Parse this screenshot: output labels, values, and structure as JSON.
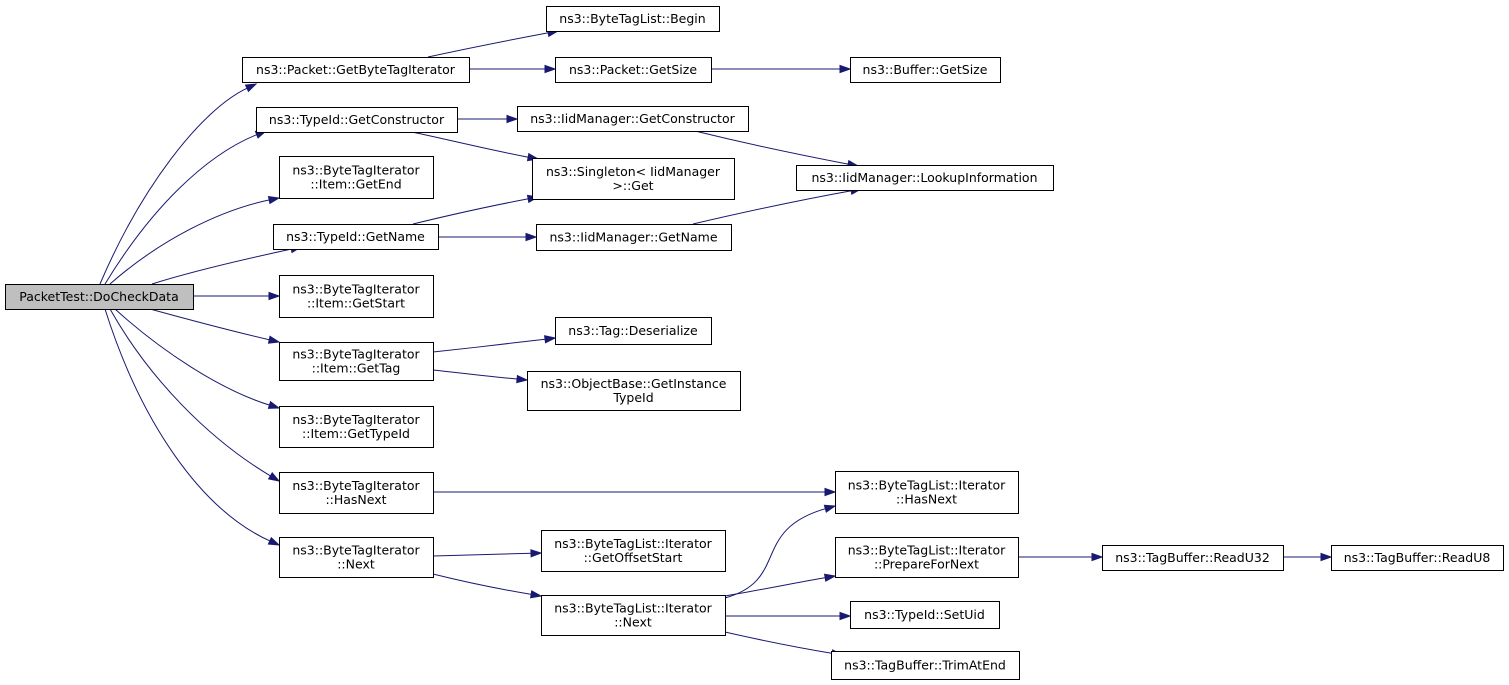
{
  "graph": {
    "colors": {
      "edge": "#191970",
      "root_fill": "#bfbfbf",
      "node_fill": "#ffffff",
      "border": "#000000"
    },
    "nodes": [
      {
        "id": "do_check_data",
        "lines": [
          "PacketTest::DoCheckData"
        ],
        "root": true
      },
      {
        "id": "packet_get_byte_tag_iterator",
        "lines": [
          "ns3::Packet::GetByteTagIterator"
        ]
      },
      {
        "id": "typeid_get_constructor",
        "lines": [
          "ns3::TypeId::GetConstructor"
        ]
      },
      {
        "id": "item_get_end",
        "lines": [
          "ns3::ByteTagIterator",
          "::Item::GetEnd"
        ]
      },
      {
        "id": "typeid_get_name",
        "lines": [
          "ns3::TypeId::GetName"
        ]
      },
      {
        "id": "item_get_start",
        "lines": [
          "ns3::ByteTagIterator",
          "::Item::GetStart"
        ]
      },
      {
        "id": "item_get_tag",
        "lines": [
          "ns3::ByteTagIterator",
          "::Item::GetTag"
        ]
      },
      {
        "id": "item_get_typeid",
        "lines": [
          "ns3::ByteTagIterator",
          "::Item::GetTypeId"
        ]
      },
      {
        "id": "bti_has_next",
        "lines": [
          "ns3::ByteTagIterator",
          "::HasNext"
        ]
      },
      {
        "id": "bti_next",
        "lines": [
          "ns3::ByteTagIterator",
          "::Next"
        ]
      },
      {
        "id": "btl_begin",
        "lines": [
          "ns3::ByteTagList::Begin"
        ]
      },
      {
        "id": "packet_get_size",
        "lines": [
          "ns3::Packet::GetSize"
        ]
      },
      {
        "id": "iidm_get_constructor",
        "lines": [
          "ns3::IidManager::GetConstructor"
        ]
      },
      {
        "id": "singleton_get",
        "lines": [
          "ns3::Singleton< IidManager",
          " >::Get"
        ]
      },
      {
        "id": "iidm_get_name",
        "lines": [
          "ns3::IidManager::GetName"
        ]
      },
      {
        "id": "tag_deserialize",
        "lines": [
          "ns3::Tag::Deserialize"
        ]
      },
      {
        "id": "objectbase_get_instance_typeid",
        "lines": [
          "ns3::ObjectBase::GetInstance",
          "TypeId"
        ]
      },
      {
        "id": "btli_get_offset_start",
        "lines": [
          "ns3::ByteTagList::Iterator",
          "::GetOffsetStart"
        ]
      },
      {
        "id": "btli_next",
        "lines": [
          "ns3::ByteTagList::Iterator",
          "::Next"
        ]
      },
      {
        "id": "buffer_get_size",
        "lines": [
          "ns3::Buffer::GetSize"
        ]
      },
      {
        "id": "iidm_lookup_information",
        "lines": [
          "ns3::IidManager::LookupInformation"
        ]
      },
      {
        "id": "btli_has_next",
        "lines": [
          "ns3::ByteTagList::Iterator",
          "::HasNext"
        ]
      },
      {
        "id": "btli_prepare_for_next",
        "lines": [
          "ns3::ByteTagList::Iterator",
          "::PrepareForNext"
        ]
      },
      {
        "id": "typeid_set_uid",
        "lines": [
          "ns3::TypeId::SetUid"
        ]
      },
      {
        "id": "tagbuffer_trim_at_end",
        "lines": [
          "ns3::TagBuffer::TrimAtEnd"
        ]
      },
      {
        "id": "tagbuffer_read_u32",
        "lines": [
          "ns3::TagBuffer::ReadU32"
        ]
      },
      {
        "id": "tagbuffer_read_u8",
        "lines": [
          "ns3::TagBuffer::ReadU8"
        ]
      }
    ],
    "edges": [
      {
        "from": "do_check_data",
        "to": "packet_get_byte_tag_iterator"
      },
      {
        "from": "do_check_data",
        "to": "typeid_get_constructor"
      },
      {
        "from": "do_check_data",
        "to": "item_get_end"
      },
      {
        "from": "do_check_data",
        "to": "typeid_get_name"
      },
      {
        "from": "do_check_data",
        "to": "item_get_start"
      },
      {
        "from": "do_check_data",
        "to": "item_get_tag"
      },
      {
        "from": "do_check_data",
        "to": "item_get_typeid"
      },
      {
        "from": "do_check_data",
        "to": "bti_has_next"
      },
      {
        "from": "do_check_data",
        "to": "bti_next"
      },
      {
        "from": "packet_get_byte_tag_iterator",
        "to": "btl_begin"
      },
      {
        "from": "packet_get_byte_tag_iterator",
        "to": "packet_get_size"
      },
      {
        "from": "packet_get_size",
        "to": "buffer_get_size"
      },
      {
        "from": "typeid_get_constructor",
        "to": "iidm_get_constructor"
      },
      {
        "from": "typeid_get_constructor",
        "to": "singleton_get"
      },
      {
        "from": "iidm_get_constructor",
        "to": "iidm_lookup_information"
      },
      {
        "from": "typeid_get_name",
        "to": "singleton_get"
      },
      {
        "from": "typeid_get_name",
        "to": "iidm_get_name"
      },
      {
        "from": "iidm_get_name",
        "to": "iidm_lookup_information"
      },
      {
        "from": "item_get_tag",
        "to": "tag_deserialize"
      },
      {
        "from": "item_get_tag",
        "to": "objectbase_get_instance_typeid"
      },
      {
        "from": "bti_has_next",
        "to": "btli_has_next"
      },
      {
        "from": "bti_next",
        "to": "btli_get_offset_start"
      },
      {
        "from": "bti_next",
        "to": "btli_next"
      },
      {
        "from": "btli_next",
        "to": "btli_has_next"
      },
      {
        "from": "btli_next",
        "to": "btli_prepare_for_next"
      },
      {
        "from": "btli_next",
        "to": "typeid_set_uid"
      },
      {
        "from": "btli_next",
        "to": "tagbuffer_trim_at_end"
      },
      {
        "from": "btli_prepare_for_next",
        "to": "tagbuffer_read_u32"
      },
      {
        "from": "tagbuffer_read_u32",
        "to": "tagbuffer_read_u8"
      }
    ]
  }
}
